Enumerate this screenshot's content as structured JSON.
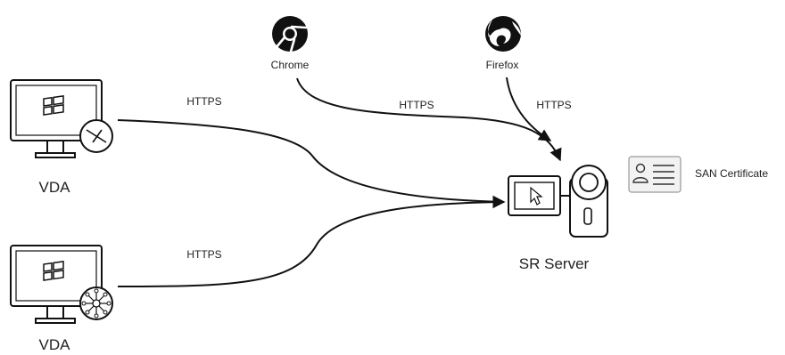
{
  "nodes": {
    "vda_top": {
      "label": "VDA",
      "os_icon": "windows-logo-icon",
      "badge_icon": "crossed-arrows-icon"
    },
    "vda_bottom": {
      "label": "VDA",
      "os_icon": "windows-logo-icon",
      "badge_icon": "network-hub-icon"
    },
    "chrome": {
      "label": "Chrome",
      "icon": "chrome-logo-icon"
    },
    "firefox": {
      "label": "Firefox",
      "icon": "firefox-logo-icon"
    },
    "sr_server": {
      "label": "SR Server",
      "icon": "session-recording-camera-icon"
    },
    "certificate": {
      "label": "SAN Certificate",
      "icon": "id-card-icon"
    }
  },
  "edges": [
    {
      "from": "vda_top",
      "to": "sr_server",
      "label": "HTTPS"
    },
    {
      "from": "vda_bottom",
      "to": "sr_server",
      "label": "HTTPS"
    },
    {
      "from": "chrome",
      "to": "sr_server",
      "label": "HTTPS"
    },
    {
      "from": "firefox",
      "to": "sr_server",
      "label": "HTTPS"
    }
  ],
  "colors": {
    "stroke": "#111111",
    "screen": "#ffffff",
    "card": "#f2f2f2"
  }
}
